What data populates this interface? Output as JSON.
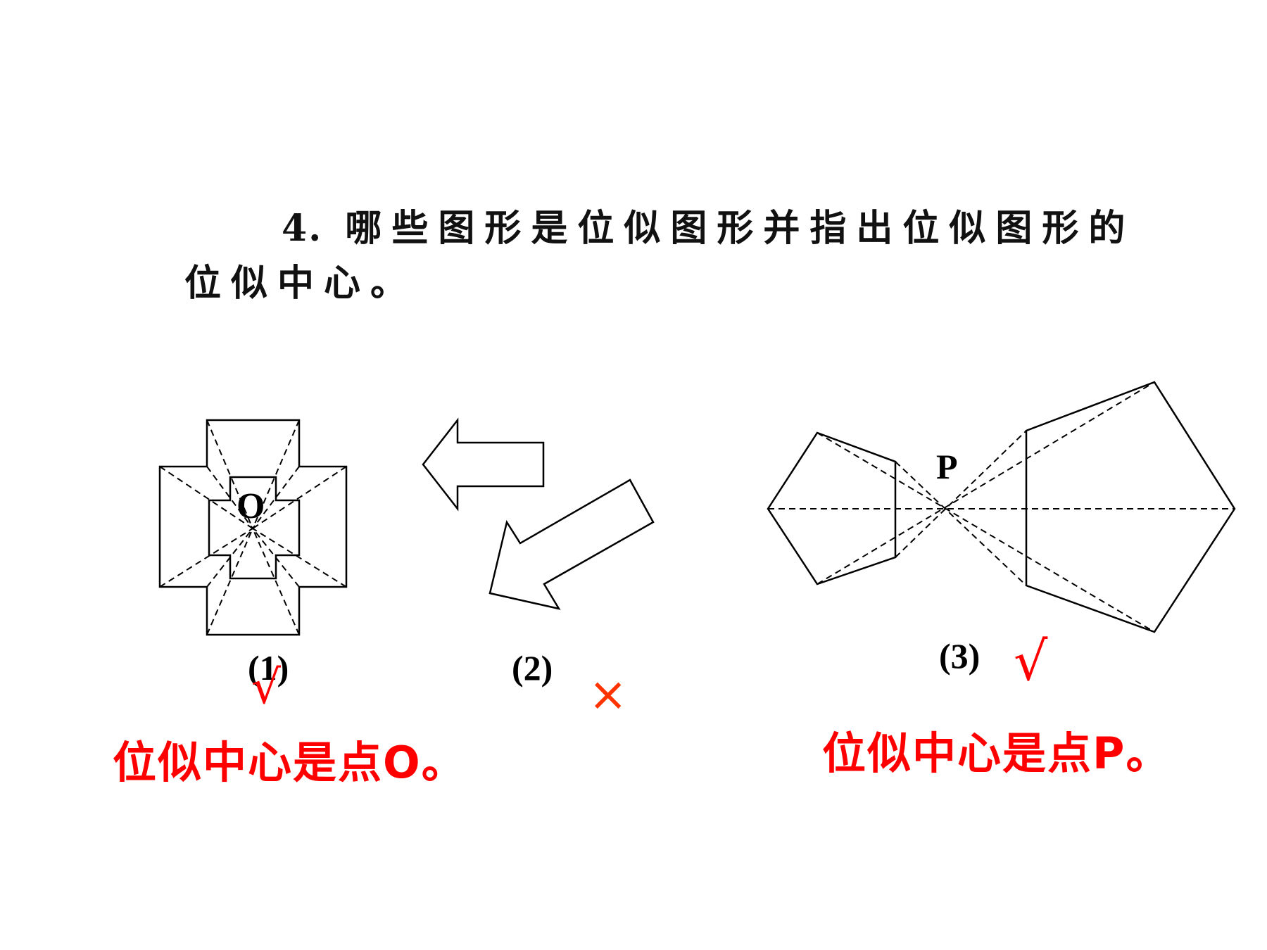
{
  "question": {
    "number": "4.",
    "line1": "哪些图形是位似图形并指出位似图形的",
    "line2": "位似中心。"
  },
  "figures": [
    {
      "label": "(1)",
      "center_label": "O",
      "mark": "√",
      "answer": "位似中心是点O。"
    },
    {
      "label": "(2)",
      "mark": "×"
    },
    {
      "label": "(3)",
      "center_label": "P",
      "mark": "√",
      "answer": "位似中心是点P。"
    }
  ],
  "colors": {
    "text": "#111111",
    "answer": "#ff0000",
    "mark_cross": "#ff3300",
    "line": "#000000"
  }
}
